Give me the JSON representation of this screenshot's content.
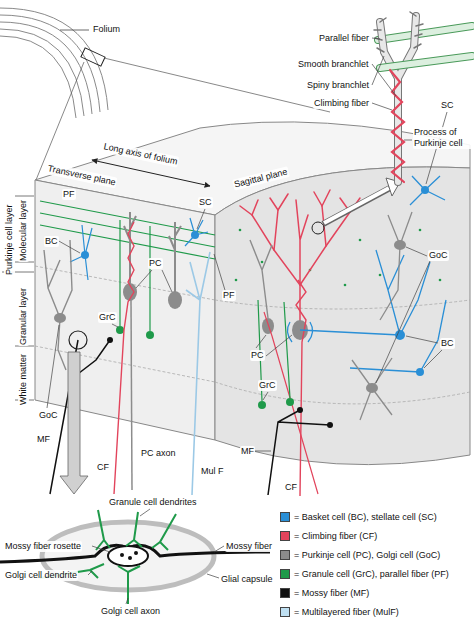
{
  "diagram": {
    "labels": [
      "Parallel fiber",
      "Smooth branchlet",
      "Spiny branchlet",
      "Climbing fiber",
      "Process of Purkinje cell",
      "Folium",
      "Long axis of folium",
      "Transverse plane",
      "Sagittal plane",
      "Molecular layer",
      "Purkinje cell layer",
      "Granular layer",
      "White matter",
      "PF",
      "SC",
      "BC",
      "PC",
      "GrC",
      "GoC",
      "MF",
      "PC axon",
      "CF",
      "Mul F",
      "PF",
      "SC",
      "GoC",
      "PC",
      "BC",
      "GrC",
      "MF",
      "CF",
      "Granule cell dendrites",
      "Mossy fiber rosette",
      "Mossy fiber",
      "Golgi cell dendrite",
      "Glial capsule",
      "Golgi cell axon"
    ],
    "legend": [
      {
        "text": "= Basket cell (BC), stellate cell (SC)",
        "color": "#2a8fd6"
      },
      {
        "text": "= Climbing fiber (CF)",
        "color": "#e2445c"
      },
      {
        "text": "= Purkinje cell (PC), Golgi cell (GoC)",
        "color": "#8c8c8c"
      },
      {
        "text": "= Granule cell (GrC), parallel fiber (PF)",
        "color": "#1f9a4a"
      },
      {
        "text": "= Mossy fiber (MF)",
        "color": "#111111"
      },
      {
        "text": "= Multilayered fiber (MulF)",
        "color": "#bfe0f2"
      }
    ]
  }
}
